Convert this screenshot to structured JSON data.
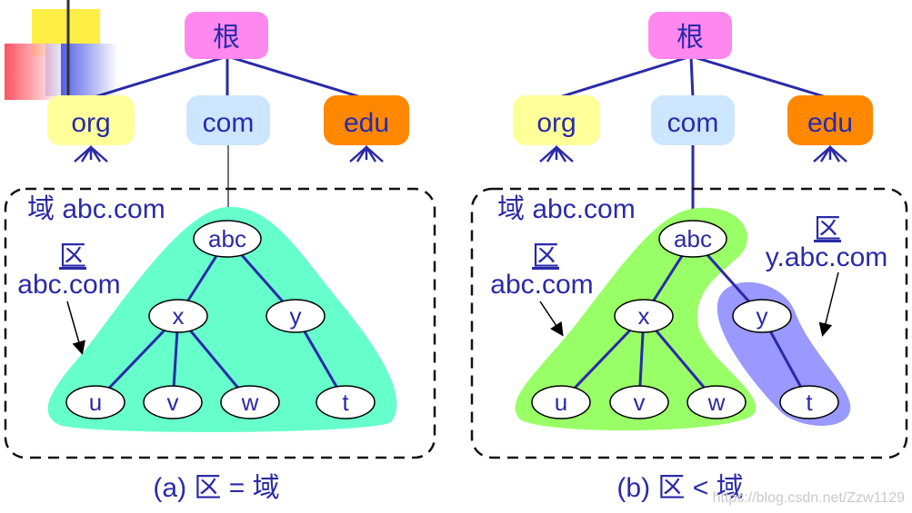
{
  "colors": {
    "root_fill": "#ff88ee",
    "org_fill": "#ffff99",
    "com_fill": "#cce6ff",
    "edu_fill": "#ff8800",
    "line": "#2a2aa8",
    "zone_a_fill": "#66ffcc",
    "zone_b1_fill": "#99ff66",
    "zone_b2_fill": "#9999ff",
    "logo_yellow": "#ffee44",
    "logo_red": "#ff3344",
    "logo_blue": "#2233dd"
  },
  "left": {
    "root": "根",
    "tlds": [
      "org",
      "com",
      "edu"
    ],
    "domain_label": "域 abc.com",
    "zone_title": "区",
    "zone_name": "abc.com",
    "nodes": {
      "abc": "abc",
      "x": "x",
      "y": "y",
      "u": "u",
      "v": "v",
      "w": "w",
      "t": "t"
    },
    "caption": "(a) 区 = 域"
  },
  "right": {
    "root": "根",
    "tlds": [
      "org",
      "com",
      "edu"
    ],
    "domain_label": "域 abc.com",
    "zone1_title": "区",
    "zone1_name": "abc.com",
    "zone2_title": "区",
    "zone2_name": "y.abc.com",
    "nodes": {
      "abc": "abc",
      "x": "x",
      "y": "y",
      "u": "u",
      "v": "v",
      "w": "w",
      "t": "t"
    },
    "caption": "(b) 区 < 域"
  },
  "watermark": "https://blog.csdn.net/Zzw1129"
}
